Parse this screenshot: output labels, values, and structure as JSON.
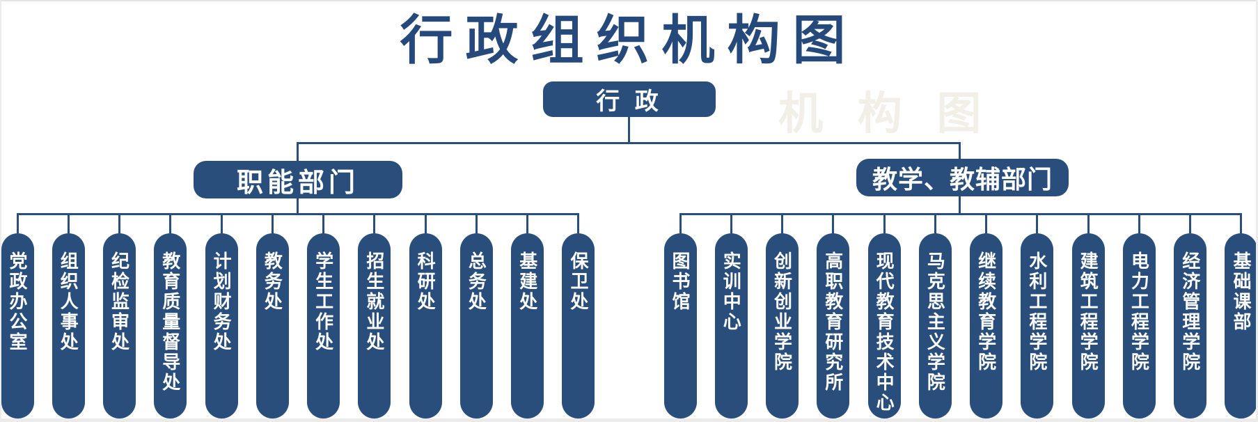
{
  "title": "行政组织机构图",
  "watermark_ghost": "机 构 图",
  "root": {
    "label": "行 政"
  },
  "branches": [
    {
      "id": "functional",
      "label": "职能部门",
      "children": [
        "党政办公室",
        "组织人事处",
        "纪检监审处",
        "教育质量督导处",
        "计划财务处",
        "教务处",
        "学生工作处",
        "招生就业处",
        "科研处",
        "总务处",
        "基建处",
        "保卫处"
      ]
    },
    {
      "id": "teaching",
      "label": "教学、教辅部门",
      "children": [
        "图书馆",
        "实训中心",
        "创新创业学院",
        "高职教育研究所",
        "现代教育技术中心",
        "马克思主义学院",
        "继续教育学院",
        "水利工程学院",
        "建筑工程学院",
        "电力工程学院",
        "经济管理学院",
        "基础课部"
      ]
    }
  ],
  "colors": {
    "navy": "#2a4e7c",
    "title_navy": "#26497b",
    "text_on_navy": "#ffffff",
    "frame_gray": "#ebebeb",
    "background": "#ffffff"
  }
}
